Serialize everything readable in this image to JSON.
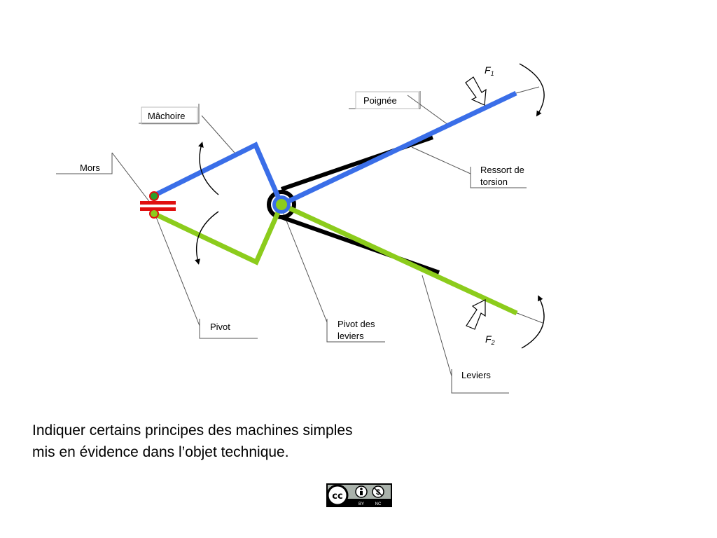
{
  "labels": {
    "machoire": "Mâchoire",
    "poignee": "Poignée",
    "mors": "Mors",
    "ressort_line1": "Ressort de",
    "ressort_line2": "torsion",
    "pivot": "Pivot",
    "pivot_leviers_line1": "Pivot des",
    "pivot_leviers_line2": "leviers",
    "leviers": "Leviers"
  },
  "forces": {
    "f1_letter": "F",
    "f1_sub": "1",
    "f2_letter": "F",
    "f2_sub": "2"
  },
  "caption": "Indiquer certains principes des machines simples mis en évidence dans l’objet technique.",
  "license_badge": {
    "text_by": "BY",
    "text_nc": "NC",
    "cc_text": "cc"
  },
  "colors": {
    "upper_lever": "#3a6ee8",
    "lower_lever": "#8ccc1c",
    "spring": "#000000",
    "jaw_marks": "#e01010",
    "pivot_dot": "#2aa02a"
  }
}
